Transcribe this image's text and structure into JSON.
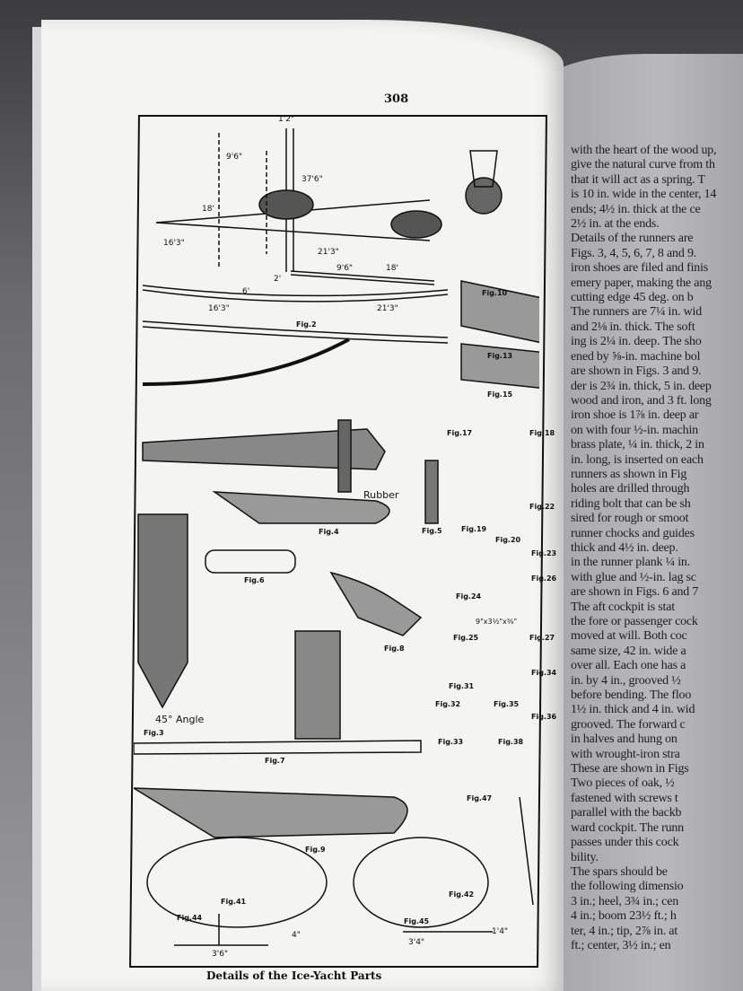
{
  "left_page": {
    "page_number": "308",
    "caption": "Details of the Ice-Yacht Parts",
    "figure_labels": [
      "Fig.2",
      "Fig.3",
      "Fig.4",
      "Fig.5",
      "Fig.6",
      "Fig.7",
      "Fig.8",
      "Fig.9",
      "Fig.10",
      "Fig.13",
      "Fig.15",
      "Fig.17",
      "Fig.18",
      "Fig.19",
      "Fig.20",
      "Fig.22",
      "Fig.23",
      "Fig.24",
      "Fig.25",
      "Fig.26",
      "Fig.27",
      "Fig.31",
      "Fig.32",
      "Fig.33",
      "Fig.34",
      "Fig.35",
      "Fig.36",
      "Fig.38",
      "Fig.41",
      "Fig.42",
      "Fig.44",
      "Fig.45",
      "Fig.47"
    ],
    "annotations": [
      "1'2\"",
      "37'6\"",
      "9'6\"",
      "18'",
      "16'3\"",
      "21'3\"",
      "9'6\"",
      "18'",
      "2'",
      "6'",
      "16'3\"",
      "21'3\"",
      "Rubber",
      "45° Angle",
      "9\"x3½\"x⅜\"",
      "3'6\"",
      "3'4\"",
      "1'4\"",
      "4\""
    ]
  },
  "right_page": {
    "block1": [
      "with the heart of the wood up,",
      "give the natural curve from th",
      "that it will act as a spring.  T",
      "is 10 in. wide in the center, 14",
      "ends; 4½ in. thick at the ce",
      "2½ in. at the ends.",
      "  Details of the runners are",
      "Figs. 3, 4, 5, 6, 7, 8 and 9.",
      "iron shoes are filed and finis",
      "emery paper, making the ang",
      "cutting edge 45 deg. on b",
      "The runners are 7¼ in. wid",
      "and 2⅛ in. thick.  The soft",
      "ing is 2¼ in. deep.  The sho",
      "ened by ⅝-in. machine bol",
      "are shown in Figs. 3 and 9.",
      "der is 2¾ in. thick, 5 in. deep",
      "wood and iron, and 3 ft. long",
      "iron shoe is 1⅞ in. deep ar",
      "on with four ½-in. machin",
      "brass plate, ¼ in. thick, 2 in",
      "in. long, is inserted on each"
    ],
    "block2": [
      "runners as shown in Fig",
      "holes are drilled through",
      "riding bolt that can be sh",
      "sired for rough or smoot",
      "runner chocks and guides",
      "thick and 4½ in. deep.",
      "in the runner plank ¼ in.",
      "with glue and ½-in. lag sc",
      "are shown in Figs. 6 and 7",
      "  The aft cockpit is stat",
      "the fore or passenger cock",
      "moved at will.  Both coc",
      "same size, 42 in. wide a",
      "over all.  Each one has a",
      "in. by 4 in., grooved ½",
      "before bending.  The floo",
      "1½ in. thick and 4 in. wid",
      "grooved.  The forward c",
      "in halves and hung on",
      "with wrought-iron stra",
      "These are shown in Figs"
    ],
    "block3": [
      "Two pieces of oak, ½",
      "fastened with screws t",
      "parallel with the backb",
      "ward cockpit.  The runn",
      "passes under this cock",
      "bility.",
      "  The spars should be",
      "the following dimensio",
      "3 in.; heel, 3¾ in.; cen",
      "4 in.; boom 23½ ft.; h",
      "ter, 4 in.; tip, 2⅞ in. at",
      "ft.; center, 3½ in.; en"
    ]
  }
}
